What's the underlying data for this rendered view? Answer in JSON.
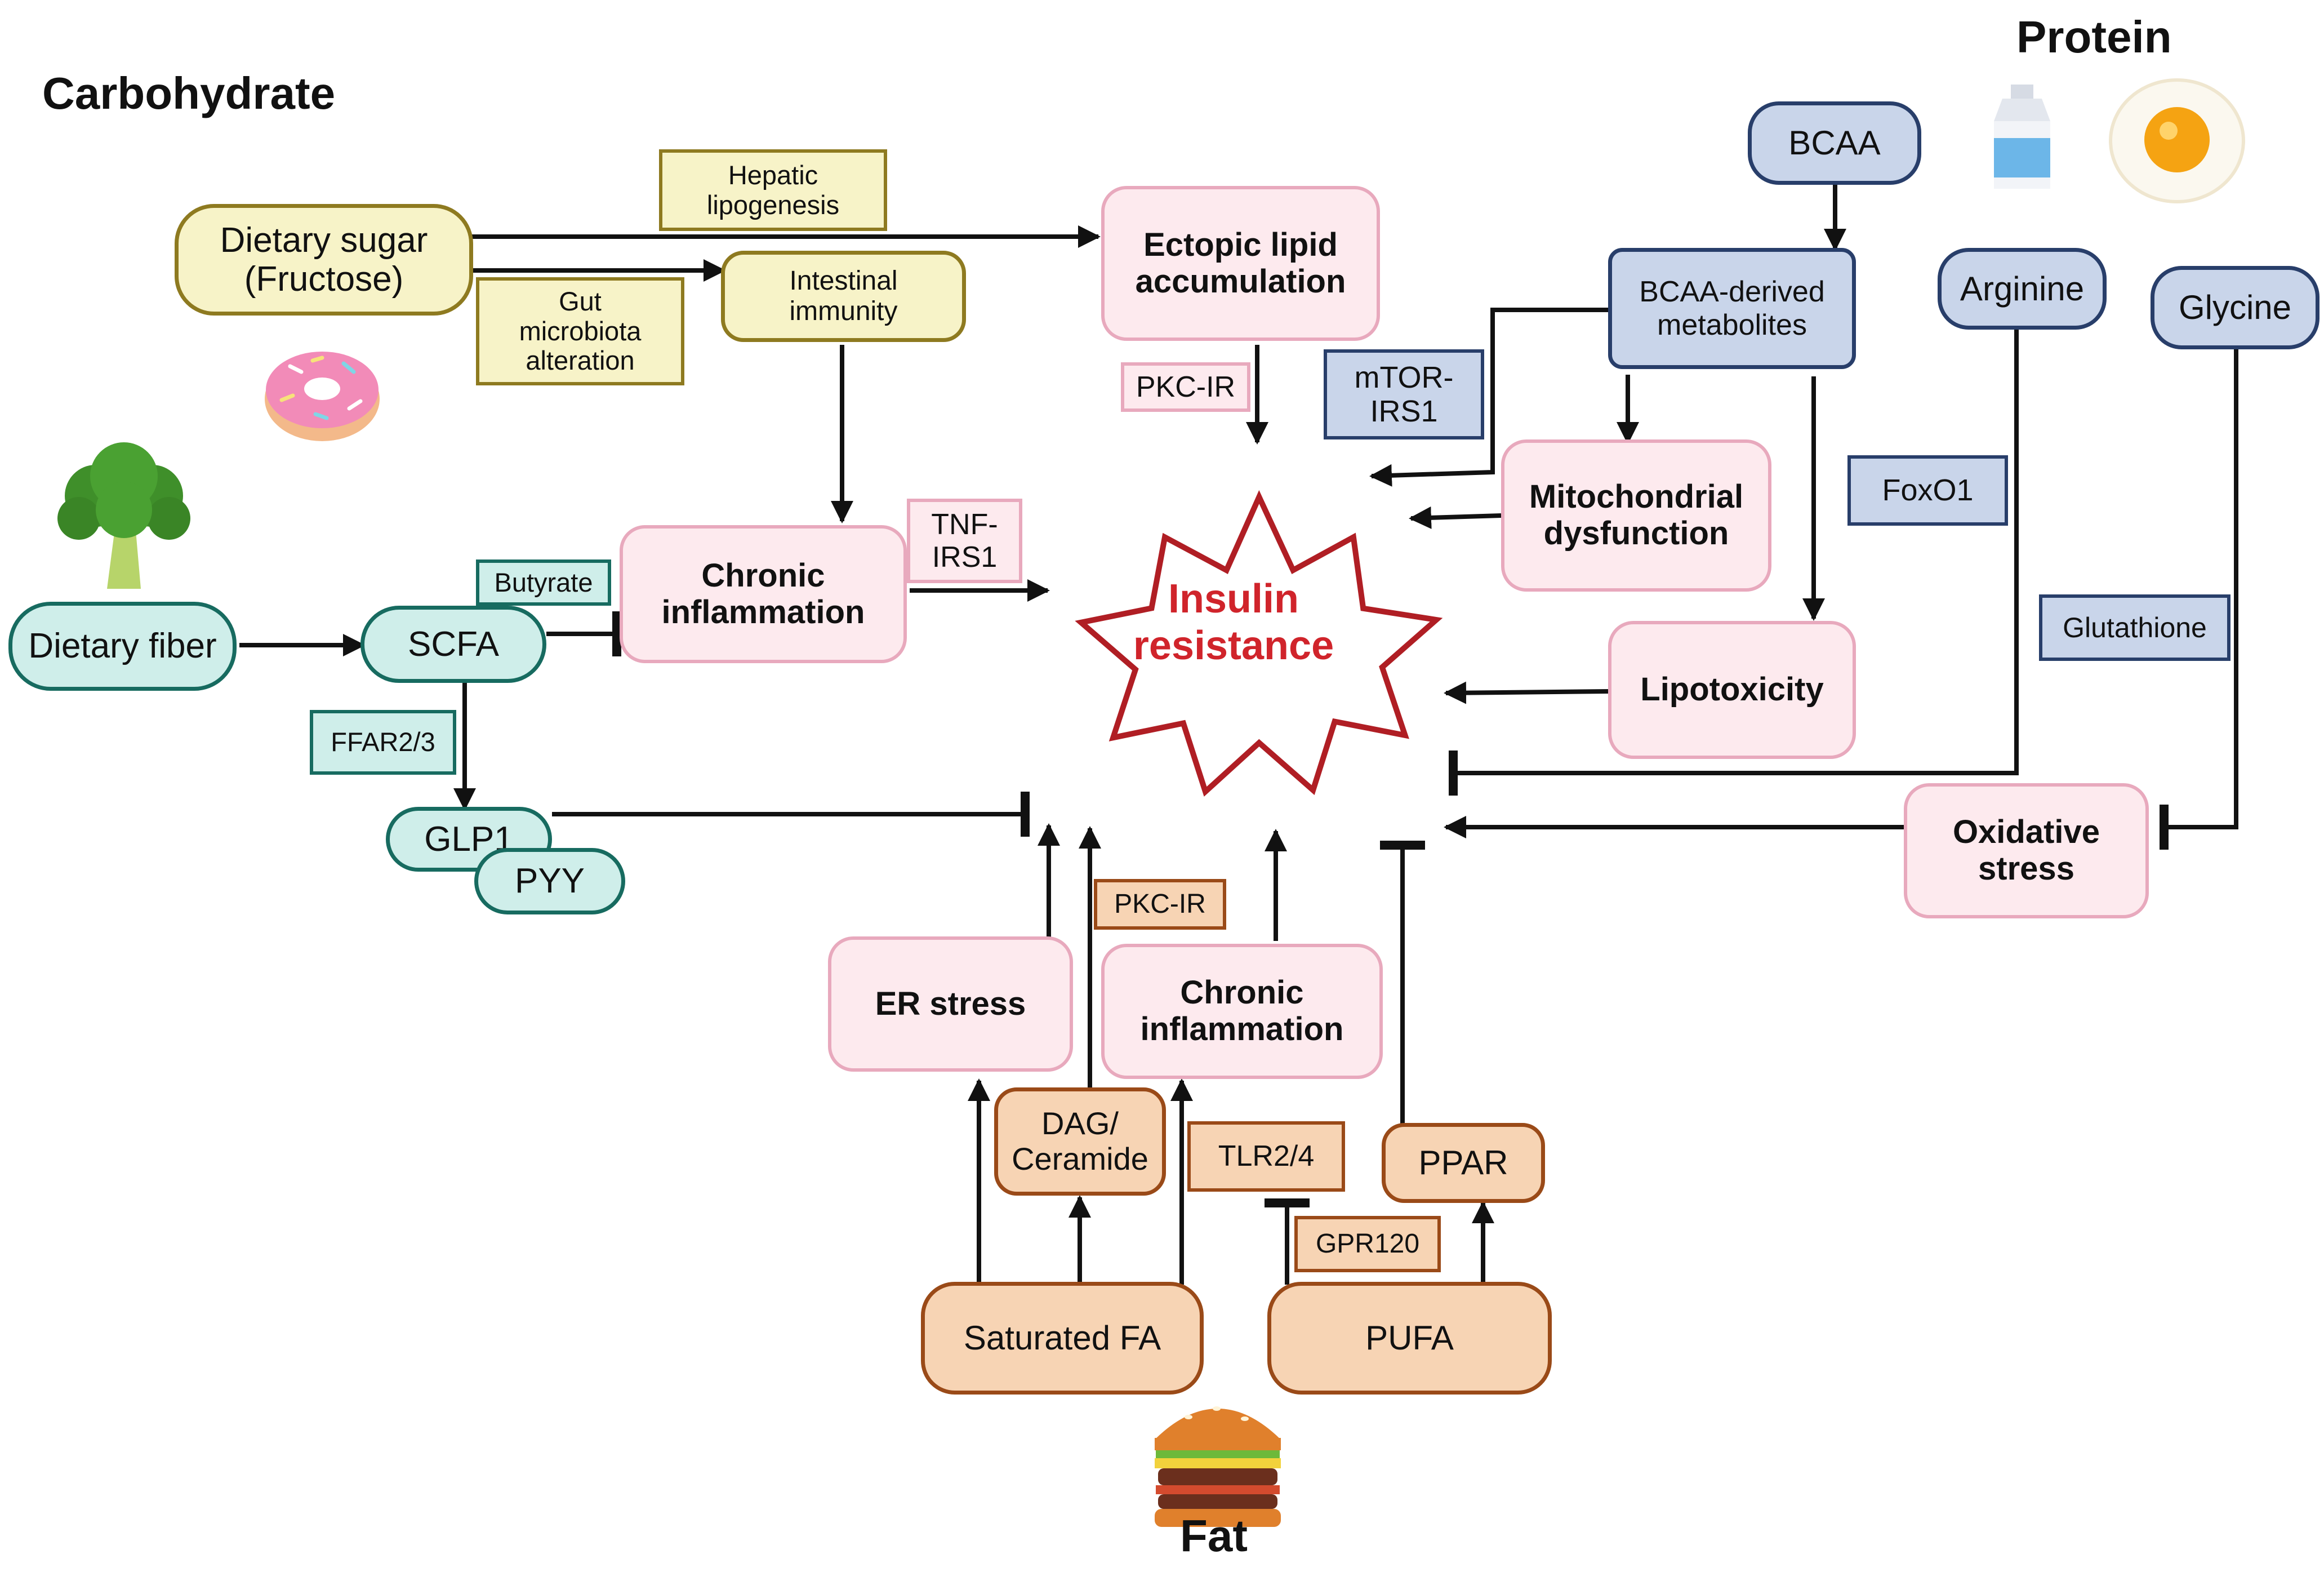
{
  "headings": {
    "carbohydrate": "Carbohydrate",
    "protein": "Protein",
    "fat": "Fat"
  },
  "center": {
    "line1": "Insulin",
    "line2": "resistance"
  },
  "carbohydrate": {
    "dietary_sugar": "Dietary sugar\n(Fructose)",
    "intestinal_immunity": "Intestinal\nimmunity",
    "hepatic_lipogenesis": "Hepatic\nlipogenesis",
    "gut_microbiota": "Gut\nmicrobiota\nalteration"
  },
  "fiber": {
    "dietary_fiber": "Dietary fiber",
    "scfa": "SCFA",
    "butyrate": "Butyrate",
    "ffar": "FFAR2/3",
    "glp1": "GLP1",
    "pyy": "PYY"
  },
  "outcomes": {
    "ectopic_lipid": "Ectopic lipid\naccumulation",
    "chronic_inflammation_top": "Chronic\ninflammation",
    "mitochondrial": "Mitochondrial\ndysfunction",
    "lipotoxicity": "Lipotoxicity",
    "oxidative_stress": "Oxidative\nstress",
    "er_stress": "ER stress",
    "chronic_inflammation_bottom": "Chronic\ninflammation"
  },
  "mediators": {
    "pkc_ir_top": "PKC-IR",
    "tnf_irs1": "TNF-\nIRS1",
    "mtor_irs1": "mTOR-\nIRS1",
    "foxo1": "FoxO1",
    "glutathione": "Glutathione",
    "pkc_ir_bottom": "PKC-IR",
    "tlr": "TLR2/4",
    "gpr120": "GPR120"
  },
  "protein": {
    "bcaa": "BCAA",
    "bcaa_metabolites": "BCAA-derived\nmetabolites",
    "arginine": "Arginine",
    "glycine": "Glycine"
  },
  "fat": {
    "saturated_fa": "Saturated FA",
    "pufa": "PUFA",
    "dag_ceramide": "DAG/\nCeramide",
    "ppar": "PPAR"
  },
  "colors": {
    "carb_border": "#8e7a20",
    "carb_fill": "#f7f3c8",
    "fiber_border": "#176b60",
    "fiber_fill": "#cfeeea",
    "outcome_border": "#e8a9bd",
    "outcome_fill": "#fdeaee",
    "protein_border": "#283e6a",
    "protein_fill": "#c9d5ea",
    "fat_border": "#9a4a18",
    "fat_fill": "#f7d4b4",
    "center_text": "#d0242b",
    "center_star": "#b01e24"
  },
  "icons": [
    "donut-icon",
    "broccoli-icon",
    "milk-carton-icon",
    "fried-egg-icon",
    "burger-icon"
  ]
}
